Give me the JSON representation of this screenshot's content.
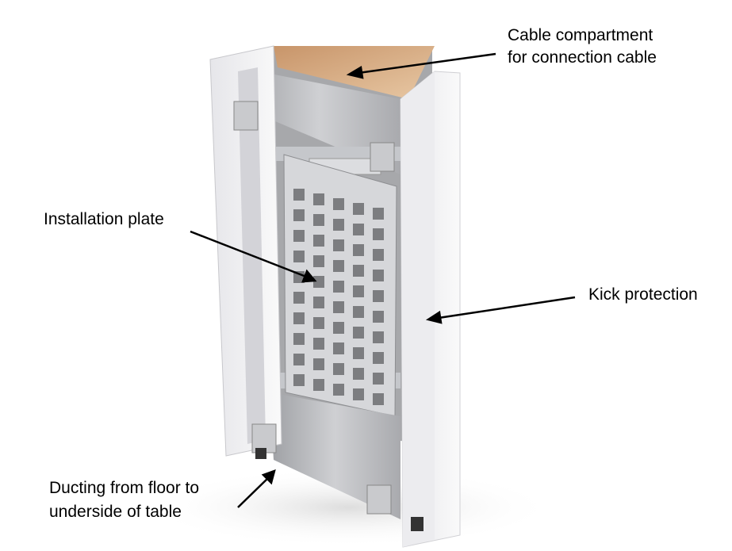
{
  "labels": {
    "cable_compartment": [
      "Cable compartment",
      "for connection cable"
    ],
    "installation_plate": "Installation plate",
    "kick_protection": "Kick protection",
    "ducting": [
      "Ducting from floor to",
      "underside of table"
    ]
  },
  "colors": {
    "white_panel": "#f2f2f4",
    "metal": "#b9babd",
    "wood": "#d9b48a",
    "arrow": "#000000"
  }
}
